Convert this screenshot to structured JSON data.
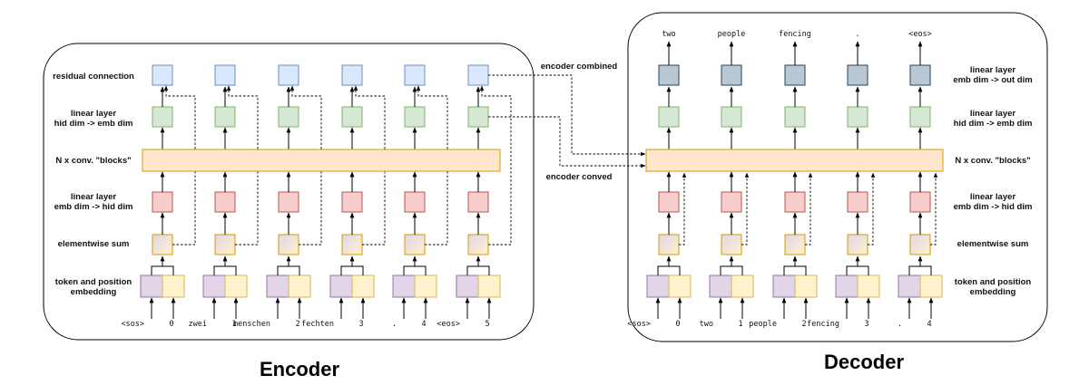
{
  "encoder": {
    "title": "Encoder",
    "row_labels": {
      "residual": "residual connection",
      "linear_out_1": "linear layer",
      "linear_out_2": "hid dim -> emb dim",
      "conv": "N x conv. \"blocks\"",
      "linear_in_1": "linear layer",
      "linear_in_2": "emb dim -> hid dim",
      "sum": "elementwise sum",
      "embed_1": "token and position",
      "embed_2": "embedding"
    },
    "tokens": [
      "<sos>",
      "zwei",
      "menschen",
      "fechten",
      ".",
      "<eos>"
    ],
    "positions": [
      "0",
      "1",
      "2",
      "3",
      "4",
      "5"
    ]
  },
  "decoder": {
    "title": "Decoder",
    "row_labels": {
      "linear_final_1": "linear layer",
      "linear_final_2": "emb dim -> out dim",
      "linear_out_1": "linear layer",
      "linear_out_2": "hid dim -> emb dim",
      "conv": "N x conv. \"blocks\"",
      "linear_in_1": "linear layer",
      "linear_in_2": "emb dim -> hid dim",
      "sum": "elementwise sum",
      "embed_1": "token and position",
      "embed_2": "embedding"
    },
    "tokens": [
      "<sos>",
      "two",
      "people",
      "fencing",
      "."
    ],
    "positions": [
      "0",
      "1",
      "2",
      "3",
      "4"
    ],
    "outputs": [
      "two",
      "people",
      "fencing",
      ".",
      "<eos>"
    ]
  },
  "connections": {
    "combined": "encoder combined",
    "conved": "encoder conved"
  },
  "colors": {
    "blue": "#dae8fc",
    "blue_stroke": "#6c8ebf",
    "green": "#d5e8d4",
    "green_stroke": "#82b366",
    "red": "#f8cecc",
    "red_stroke": "#b85450",
    "orange": "#ffe6cc",
    "orange_stroke": "#d79b00",
    "purple": "#e1d5e7",
    "purple_stroke": "#9673a6",
    "yellow": "#fff2cc",
    "yellow_stroke": "#d6b656",
    "gray": "#bac8d3",
    "gray_stroke": "#23445d"
  }
}
